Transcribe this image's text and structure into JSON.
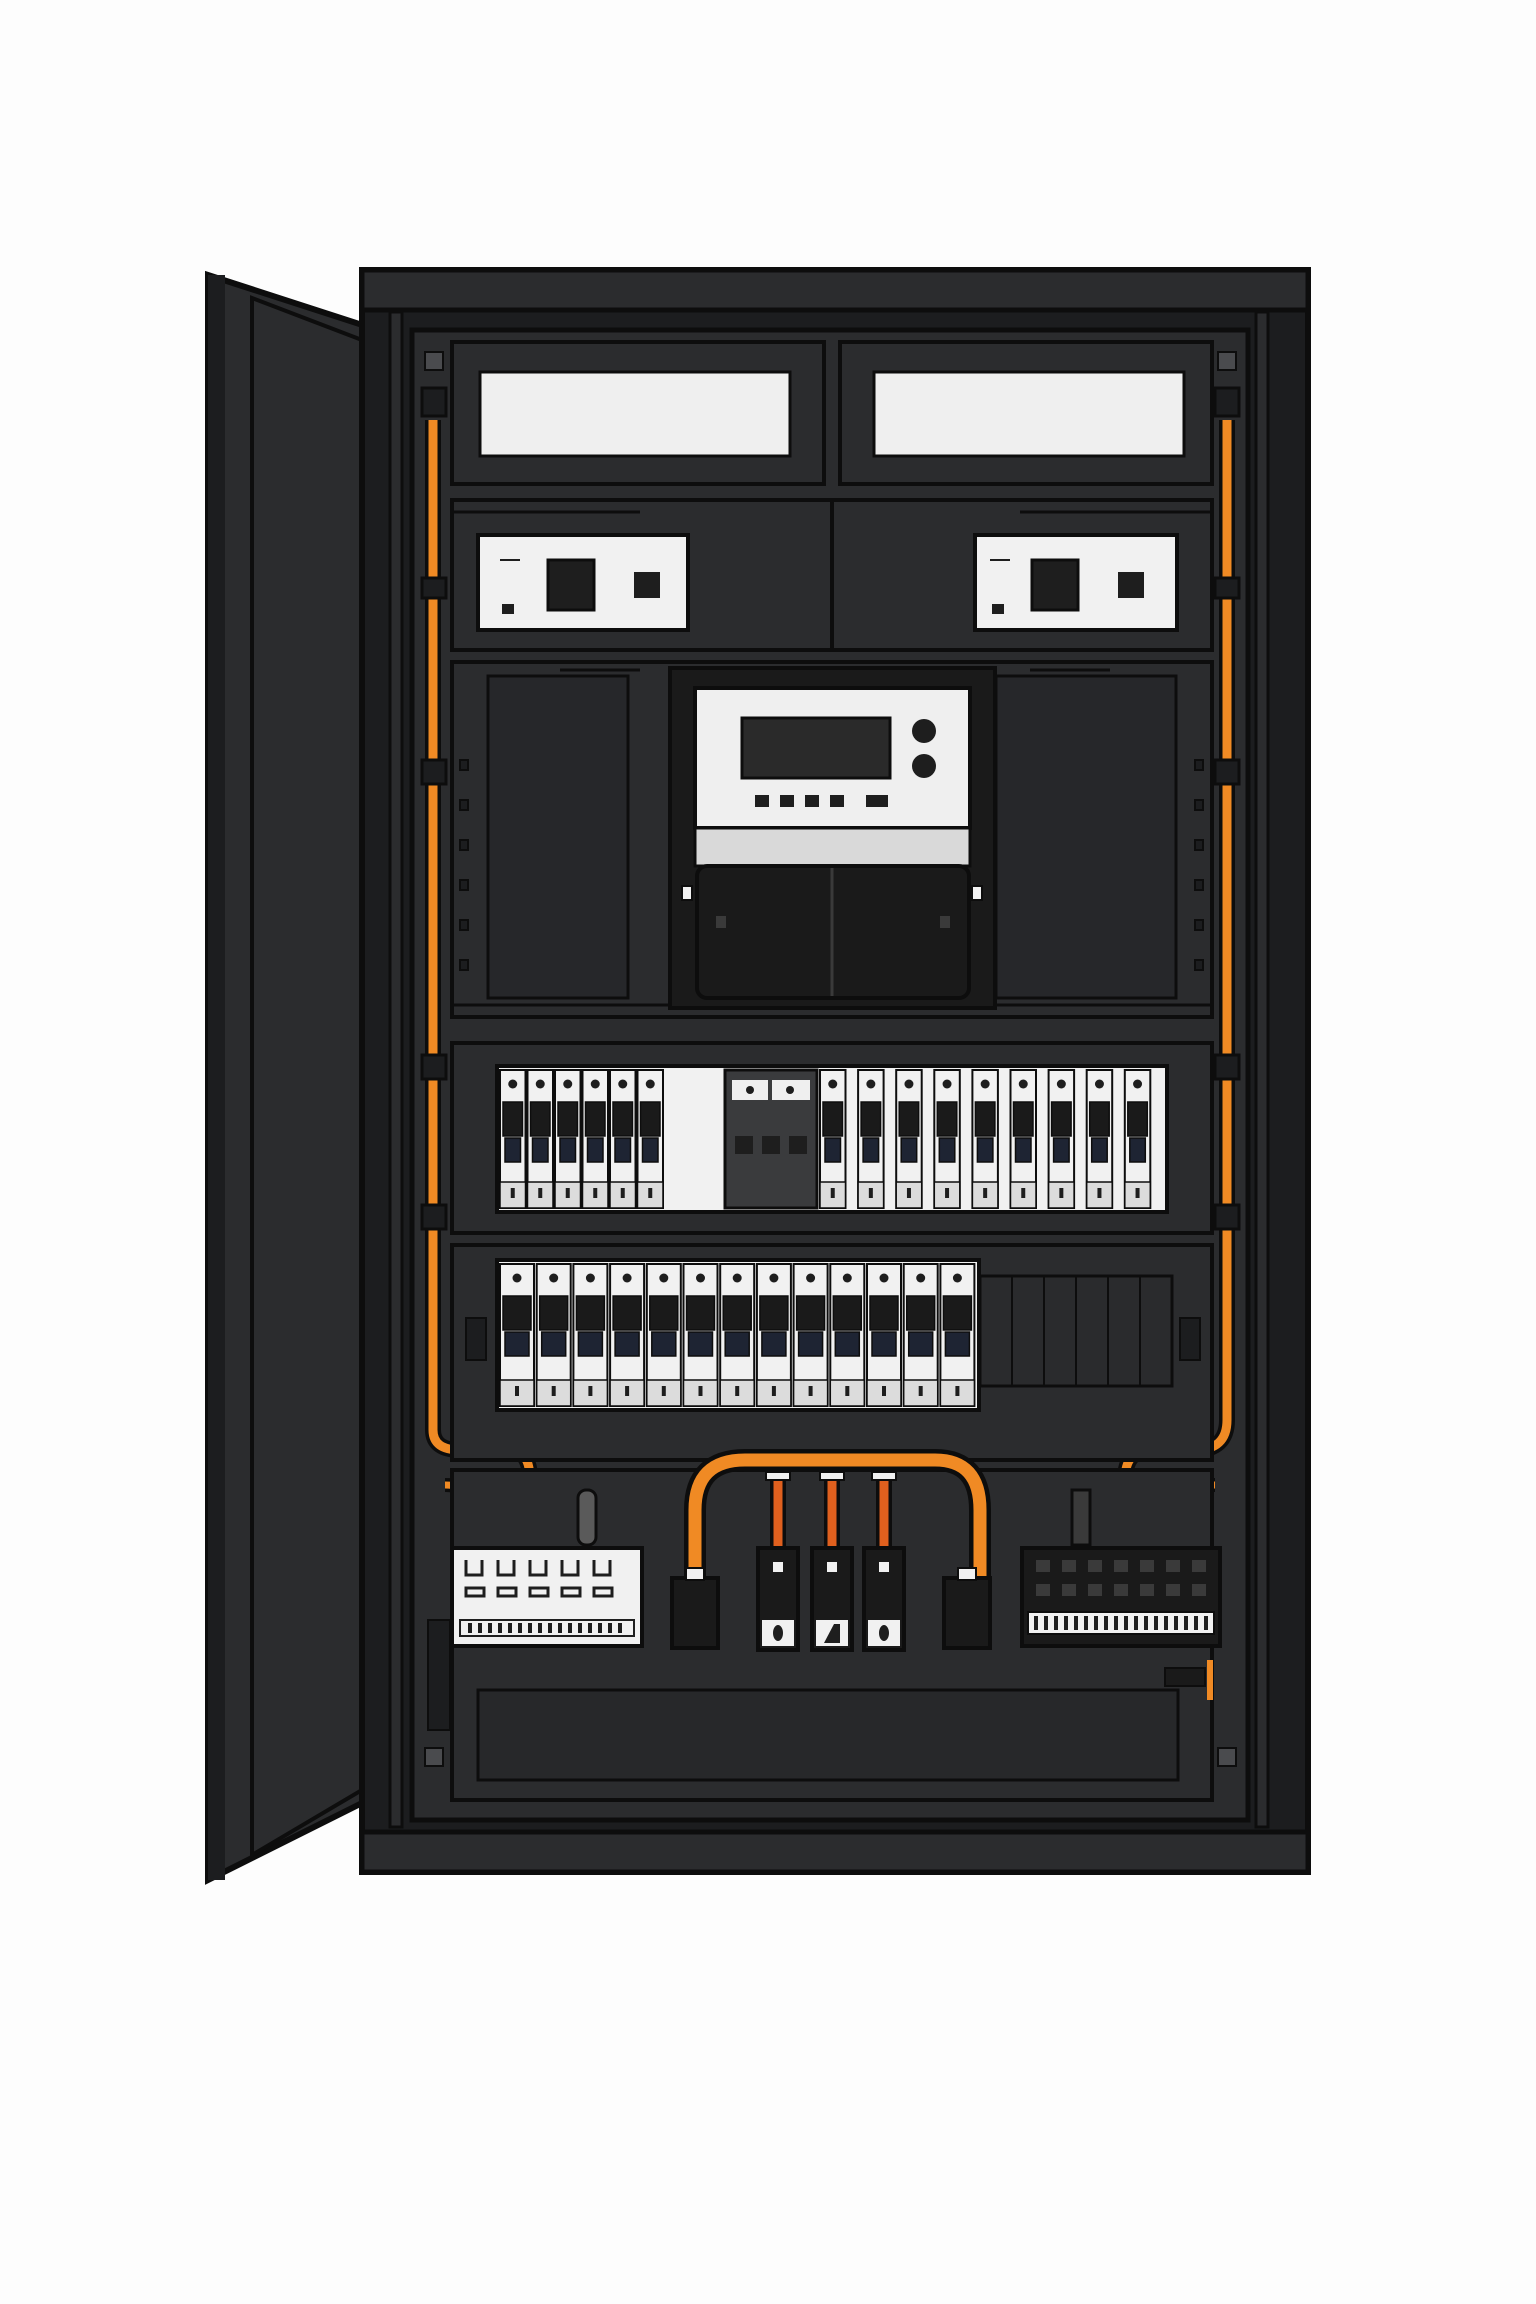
{
  "colors": {
    "background": "#fdfdfd",
    "cabinet": "#2b2c2e",
    "cabinet_dark": "#1c1d1f",
    "outline": "#0d0d0d",
    "wire": "#f08a24",
    "module_white": "#f1f1f1",
    "breaker_toggle": "#1e2433"
  },
  "icons": [
    "hinge-icon",
    "breaker-icon",
    "meter-icon",
    "terminal-block-icon",
    "fuse-holder-icon"
  ],
  "components": {
    "breaker_rows": [
      {
        "count_left": 6,
        "count_right": 9,
        "has_center_module": true
      },
      {
        "count_left": 13,
        "blank_slots": 6
      }
    ],
    "label_windows": 2,
    "control_modules": 2,
    "meter_buttons": 5,
    "fuse_holders": 3
  }
}
